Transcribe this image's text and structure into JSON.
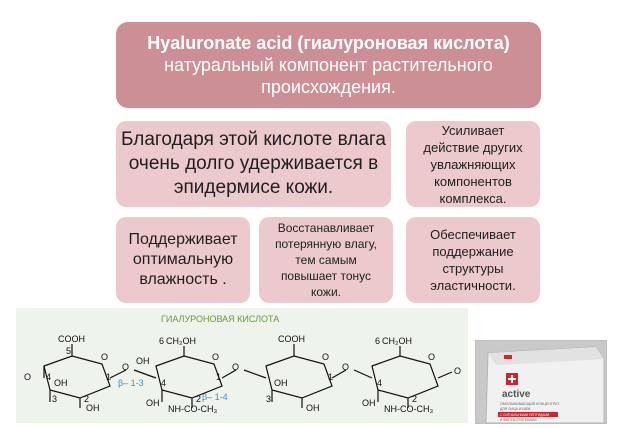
{
  "top_box": {
    "line1": "Hyaluronate acid (гиалуроновая кислота)",
    "line2": "натуральный компонент растительного",
    "line3": "происхождения."
  },
  "boxes": [
    {
      "lines": [
        "Благодаря этой кислоте влага",
        "очень долго удерживается в",
        "эпидермисе кожи."
      ]
    },
    {
      "lines": [
        "Усиливает",
        "действие других",
        "увлажняющих",
        "компонентов",
        "комплекса."
      ]
    },
    {
      "lines": [
        "Поддерживает",
        "оптимальную",
        "влажность ."
      ]
    },
    {
      "lines": [
        "Восстанавливает",
        "потерянную влагу,",
        "тем самым",
        "повышает тонус",
        "кожи."
      ]
    },
    {
      "lines": [
        "Обеспечивает",
        "поддержание",
        "структуры",
        "эластичности."
      ]
    }
  ],
  "molecule": {
    "title": "ГИАЛУРОНОВАЯ КИСЛОТА",
    "bond_1": "β– 1-3",
    "bond_2": "β– 1-4",
    "cooh": "COOH",
    "ch2oh": "CH₂OH",
    "oh": "OH",
    "nhcoch3": "NH-CO-CH₃",
    "o": "O",
    "n1": "1",
    "n2": "2",
    "n3": "3",
    "n4": "4",
    "n5": "5",
    "n6": "6"
  },
  "product": {
    "brand": "active",
    "caption1": "ОМОЛАЖИВАЮЩИЙ КОНЦЕНТРАТ",
    "caption2": "ДЛЯ ЛИЦА И ШЕИ",
    "caption3": "С СИГНАЛЬНЫМИ ПЕПТИДАМИ",
    "caption4": "И ФИТОЭСТРОГЕНАМИ"
  },
  "colors": {
    "top_box": "#cc8f95",
    "boxes": "#ebc9cc",
    "bond_label": "#3f8fc0",
    "title": "#6a9a3a",
    "brand_red": "#d2232a"
  }
}
